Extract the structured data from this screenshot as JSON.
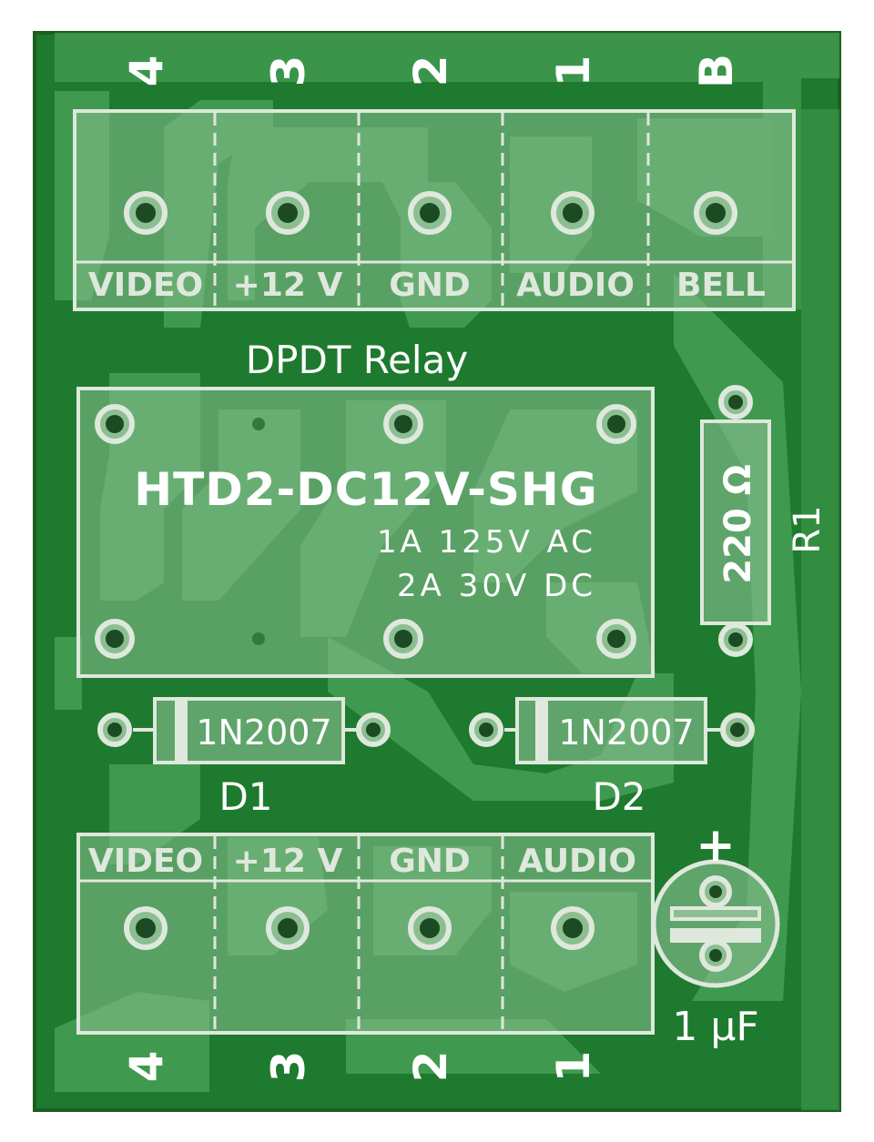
{
  "colors": {
    "background": "#ffffff",
    "board_base": "#1e7a2e",
    "board_edge": "#1b5e22",
    "copper": "#3f9a4f",
    "silkscreen": "#dfe8dc",
    "silk_fill": "#8bbf92",
    "hole": "#1c4a22"
  },
  "top_connector": {
    "pin_numbers": [
      "4",
      "3",
      "2",
      "1",
      "B"
    ],
    "labels": [
      "VIDEO",
      "+12 V",
      "GND",
      "AUDIO",
      "BELL"
    ]
  },
  "bottom_connector": {
    "labels": [
      "VIDEO",
      "+12 V",
      "GND",
      "AUDIO"
    ],
    "pin_numbers": [
      "4",
      "3",
      "2",
      "1"
    ]
  },
  "relay": {
    "title": "DPDT Relay",
    "part_number": "HTD2-DC12V-SHG",
    "rating_ac": "1A 125V AC",
    "rating_dc": "2A 30V DC"
  },
  "resistor": {
    "value": "220 Ω",
    "ref": "R1"
  },
  "diode_1": {
    "part": "1N2007",
    "ref": "D1"
  },
  "diode_2": {
    "part": "1N2007",
    "ref": "D2"
  },
  "capacitor": {
    "polarity": "+",
    "value": "1 µF"
  },
  "icons": {
    "pad": "through-hole-pad-icon",
    "diode": "diode-symbol-icon",
    "capacitor": "electrolytic-capacitor-icon"
  }
}
